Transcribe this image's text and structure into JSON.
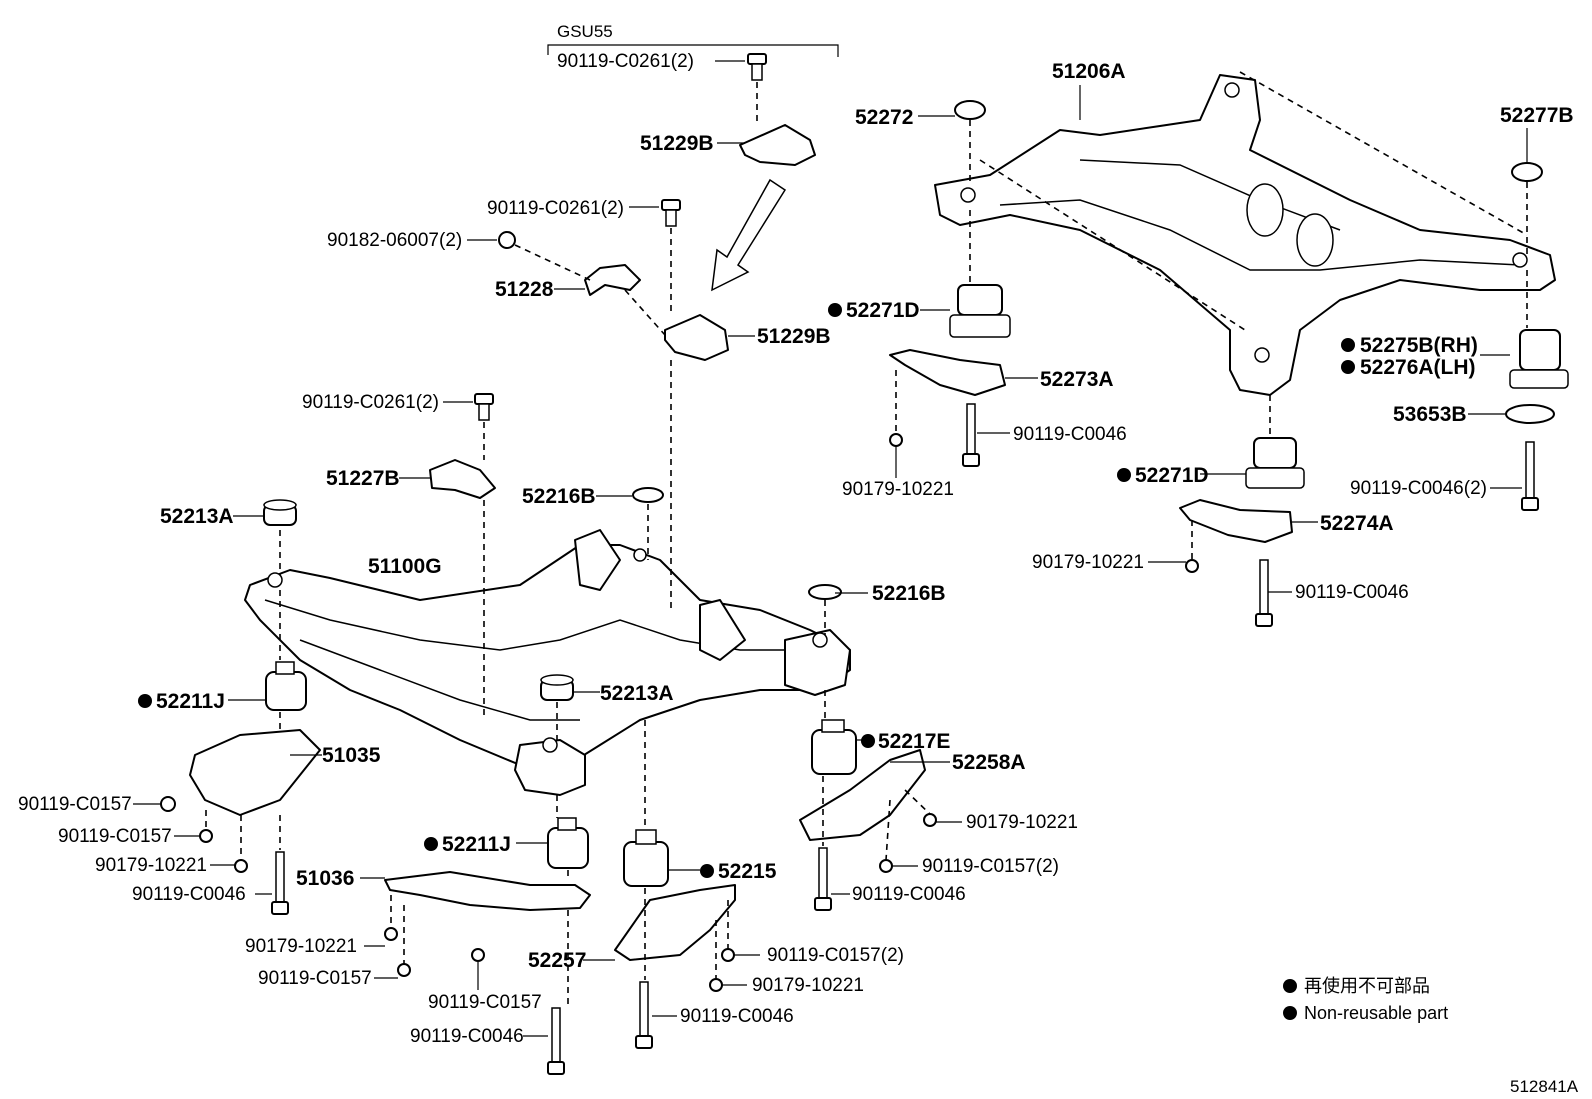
{
  "group_label": "GSU55",
  "labels": {
    "l_90119_c0261_top": "90119-C0261(2)",
    "l_51229b_top": "51229B",
    "l_90119_c0261_mid": "90119-C0261(2)",
    "l_90182_06007": "90182-06007(2)",
    "l_51228": "51228",
    "l_51229b_mid": "51229B",
    "l_90119_c0261_low": "90119-C0261(2)",
    "l_51227b": "51227B",
    "l_52216b_a": "52216B",
    "l_52213a_a": "52213A",
    "l_51100g": "51100G",
    "l_52216b_b": "52216B",
    "l_52213a_b": "52213A",
    "l_52211j_a": "52211J",
    "l_51035": "51035",
    "l_52217e": "52217E",
    "l_52258a": "52258A",
    "l_90119_c0157_a": "90119-C0157",
    "l_90119_c0157_b": "90119-C0157",
    "l_90179_10221_a": "90179-10221",
    "l_90119_c0046_a": "90119-C0046",
    "l_52211j_b": "52211J",
    "l_52215": "52215",
    "l_51036": "51036",
    "l_90179_10221_b": "90179-10221",
    "l_90119_c0157_c": "90119-C0157",
    "l_90119_c0157_d": "90119-C0157",
    "l_90119_c0046_b": "90119-C0046",
    "l_52257": "52257",
    "l_90119_c0157_2_a": "90119-C0157(2)",
    "l_90179_10221_c": "90179-10221",
    "l_90119_c0046_c": "90119-C0046",
    "l_90179_10221_d": "90179-10221",
    "l_90119_c0157_2_b": "90119-C0157(2)",
    "l_90119_c0046_d": "90119-C0046",
    "l_51206a": "51206A",
    "l_52272": "52272",
    "l_52277b": "52277B",
    "l_52271d_a": "52271D",
    "l_52273a": "52273A",
    "l_90119_c0046_e": "90119-C0046",
    "l_90179_10221_e": "90179-10221",
    "l_52275b": "52275B(RH)",
    "l_52276a": "52276A(LH)",
    "l_53653b": "53653B",
    "l_52271d_b": "52271D",
    "l_90119_c0046_2": "90119-C0046(2)",
    "l_52274a": "52274A",
    "l_90179_10221_f": "90179-10221",
    "l_90119_c0046_f": "90119-C0046"
  },
  "legend": {
    "line1": "再使用不可部品",
    "line2": "Non-reusable part"
  },
  "ref_code": "512841A"
}
